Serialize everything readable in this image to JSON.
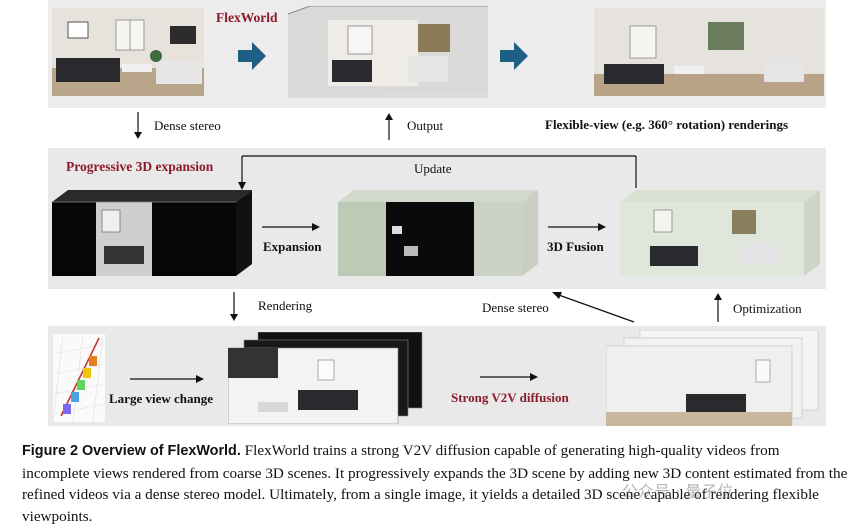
{
  "figure": {
    "flexworld_title": "FlexWorld",
    "dense_stereo_top": "Dense stereo",
    "output_label": "Output",
    "flexible_view_label": "Flexible-view (e.g. 360° rotation) renderings",
    "progressive_title": "Progressive 3D expansion",
    "update_label": "Update",
    "expansion_label": "Expansion",
    "fusion_label": "3D Fusion",
    "rendering_label": "Rendering",
    "dense_stereo_bottom": "Dense stereo",
    "optimization_label": "Optimization",
    "large_view_label": "Large view change",
    "v2v_label": "Strong V2V diffusion"
  },
  "caption": {
    "heading": "Figure 2 Overview of FlexWorld.",
    "text": "FlexWorld trains a strong V2V diffusion capable of generating high-quality videos from incomplete views rendered from coarse 3D scenes. It progressively expands the 3D scene by adding new 3D content estimated from the refined videos via a dense stereo model. Ultimately, from a single image, it yields a detailed 3D scene capable of rendering flexible viewpoints."
  },
  "watermark": {
    "text": "公众号 · 量子位"
  },
  "colors": {
    "accent_red": "#8b1a2b",
    "arrow_teal": "#1f5f86",
    "panel_gray": "#e9e9ea"
  }
}
